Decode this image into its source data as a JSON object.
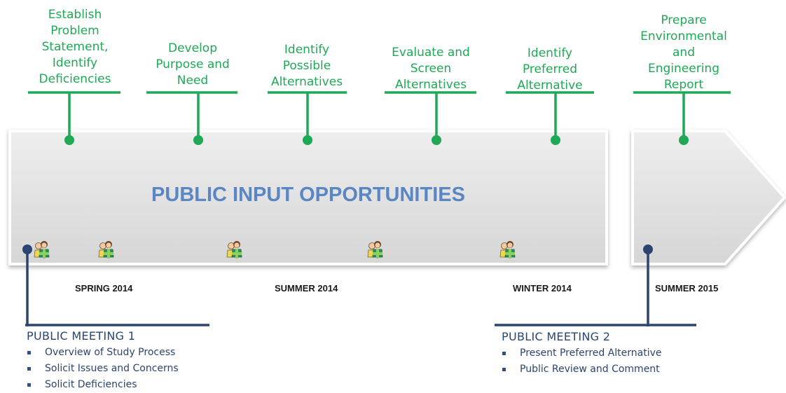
{
  "steps": [
    {
      "label": [
        "Establish",
        "Problem",
        "Statement,",
        "Identify",
        "Deficiencies"
      ]
    },
    {
      "label": [
        "Develop",
        "Purpose and",
        "Need"
      ]
    },
    {
      "label": [
        "Identify",
        "Possible",
        "Alternatives"
      ]
    },
    {
      "label": [
        "Evaluate and",
        "Screen",
        "Alternatives"
      ]
    },
    {
      "label": [
        "Identify",
        "Preferred",
        "Alternative"
      ]
    },
    {
      "label": [
        "Prepare",
        "Environmental",
        "and",
        "Engineering",
        "Report"
      ]
    }
  ],
  "banner": {
    "title": "PUBLIC INPUT OPPORTUNITIES"
  },
  "seasons": [
    "SPRING 2014",
    "SUMMER 2014",
    "WINTER 2014",
    "SUMMER 2015"
  ],
  "meetings": [
    {
      "title": "PUBLIC MEETING 1",
      "items": [
        "Overview of Study Process",
        "Solicit Issues and Concerns",
        "Solicit Deficiencies"
      ]
    },
    {
      "title": "PUBLIC MEETING 2",
      "items": [
        "Present Preferred Alternative",
        "Public Review and Comment"
      ]
    }
  ],
  "colors": {
    "step_green": "#1fa855",
    "meeting_blue": "#2b4470",
    "title_blue": "#5b86c4",
    "banner_fill": "#dcdcdc"
  },
  "icons": {
    "people": "people-group-icon"
  }
}
